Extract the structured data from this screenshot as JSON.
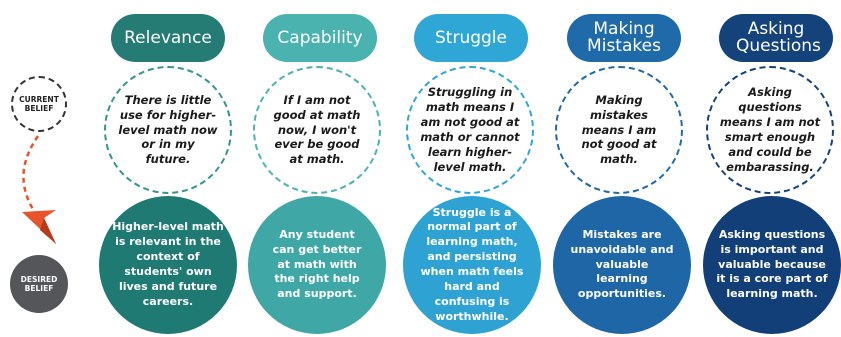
{
  "rows": {
    "current_label": "CURRENT BELIEF",
    "desired_label": "DESIRED BELIEF"
  },
  "columns": [
    {
      "title": "Relevance",
      "current": "There is little use for higher-level math now or in my future.",
      "desired": "Higher-level math is relevant in the context of students' own lives and future careers.",
      "header_color": "#247c74",
      "border_color": "#34958f",
      "fill_color": "#1e7a73"
    },
    {
      "title": "Capability",
      "current": "If I am not good at math now, I won't ever be good at math.",
      "desired": "Any student can get better at math with the right help and support.",
      "header_color": "#4ab3af",
      "border_color": "#4ab3af",
      "fill_color": "#3fa8a6"
    },
    {
      "title": "Struggle",
      "current": "Struggling in math means I am not good at math or cannot learn higher-level math.",
      "desired": "Struggle is a normal part of learning math, and persisting when math feels hard and confusing is worthwhile.",
      "header_color": "#2fa7d6",
      "border_color": "#2fa7d6",
      "fill_color": "#2ea3d3"
    },
    {
      "title": "Making Mistakes",
      "current": "Making mistakes means I am not good at math.",
      "desired": "Mistakes are unavoidable and valuable learning opportunities.",
      "header_color": "#1f6aa8",
      "border_color": "#1f6aa8",
      "fill_color": "#1e66a6"
    },
    {
      "title": "Asking Questions",
      "current": "Asking questions means I am not smart enough and could be embarassing.",
      "desired": "Asking questions is important and valuable because it is a core part of learning math.",
      "header_color": "#14427a",
      "border_color": "#14427a",
      "fill_color": "#123f78"
    }
  ],
  "arrow_color": "#e8532b"
}
